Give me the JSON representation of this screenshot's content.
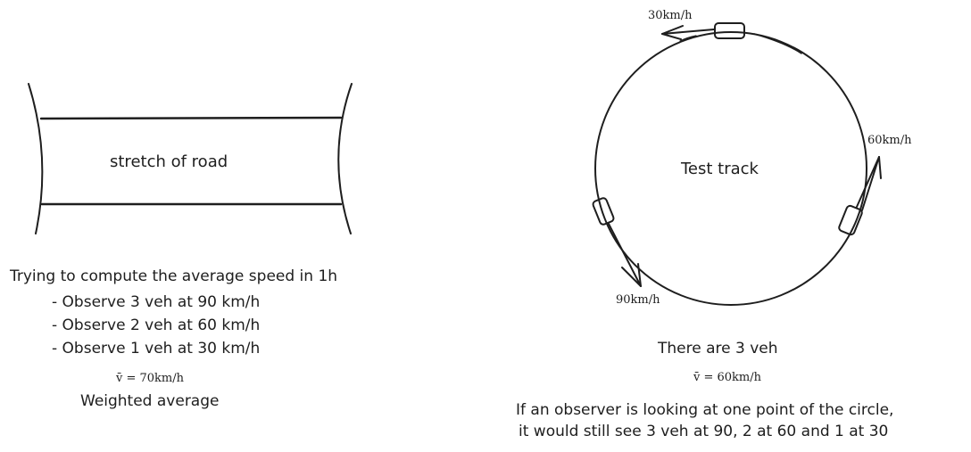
{
  "road": {
    "label": "stretch of road",
    "heading": "Trying to compute the average speed in 1h",
    "observations": [
      "- Observe 3 veh at 90 km/h",
      "- Observe 2 veh at 60 km/h",
      "- Observe 1 veh at 30 km/h"
    ],
    "avg_symbol": "v̄",
    "avg_value": " = 70km/h",
    "caption": "Weighted average"
  },
  "track": {
    "label": "Test track",
    "speed_top": "30km/h",
    "speed_right": "60km/h",
    "speed_left": "90km/h",
    "vehicles_text": "There are 3 veh",
    "avg_symbol": "v̄",
    "avg_value": " = 60km/h",
    "note_line1": "If an observer is looking at one point of the circle,",
    "note_line2": "it would still see 3 veh at 90, 2 at 60 and 1 at 30"
  }
}
